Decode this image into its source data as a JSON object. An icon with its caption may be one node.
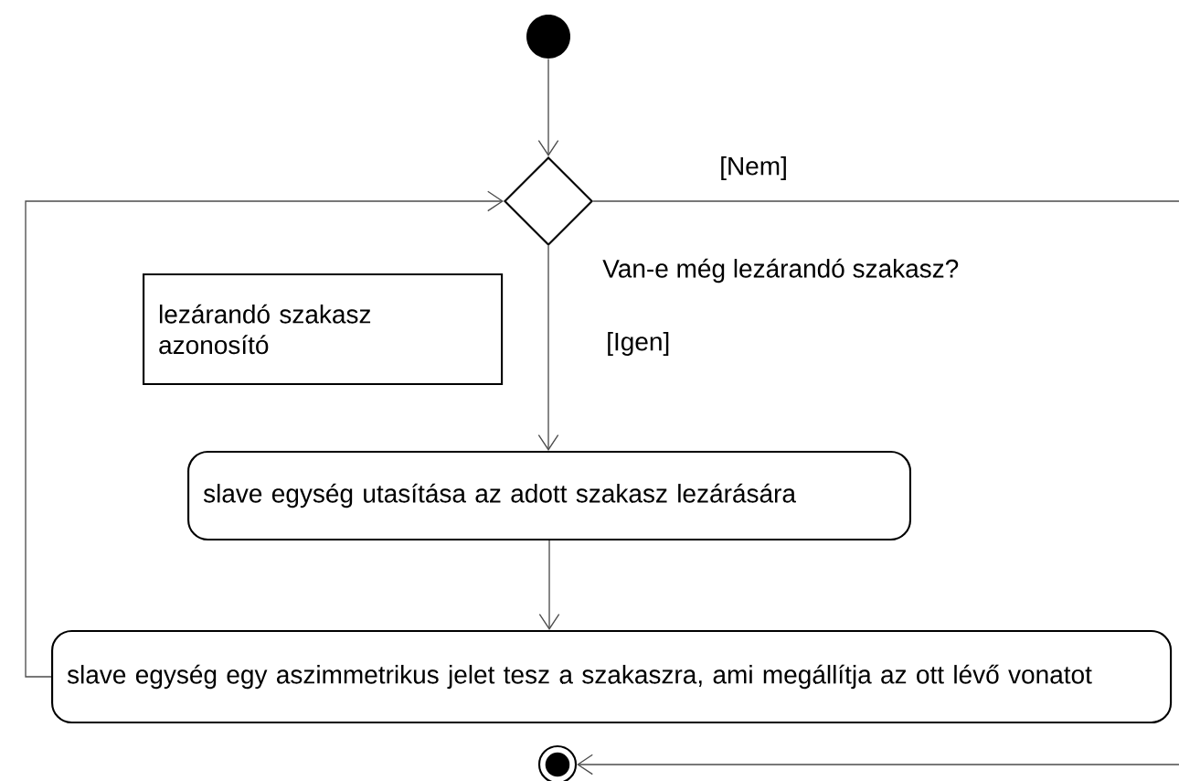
{
  "diagram": {
    "nodes": [
      {
        "text": [],
        "shape": "circle"
      },
      {
        "text": [],
        "shape": "diamond",
        "beside": [
          "Van-e még lezárandó szakasz?"
        ]
      },
      {
        "text": [
          "lezárandó szakasz azonosító"
        ]
      },
      {
        "text": [
          "slave egység utasítása az adott szakasz lezárására"
        ]
      },
      {
        "text": [
          "slave egység egy aszimmetrikus jelet tesz a szakaszra, ami megállítja az ott lévő vonatot"
        ]
      },
      {
        "text": [],
        "shape": "circle"
      }
    ],
    "edges": [
      {
        "from": 0,
        "to": 1,
        "arrow": "to"
      },
      {
        "from": 1,
        "to": 3,
        "arrow": "to",
        "label": "[Igen]"
      },
      {
        "from": 3,
        "to": 4,
        "arrow": "to"
      },
      {
        "from": 4,
        "to": 1,
        "arrow": "to"
      },
      {
        "from": 1,
        "to": 5,
        "arrow": "to",
        "label": "[Nem]"
      }
    ]
  }
}
